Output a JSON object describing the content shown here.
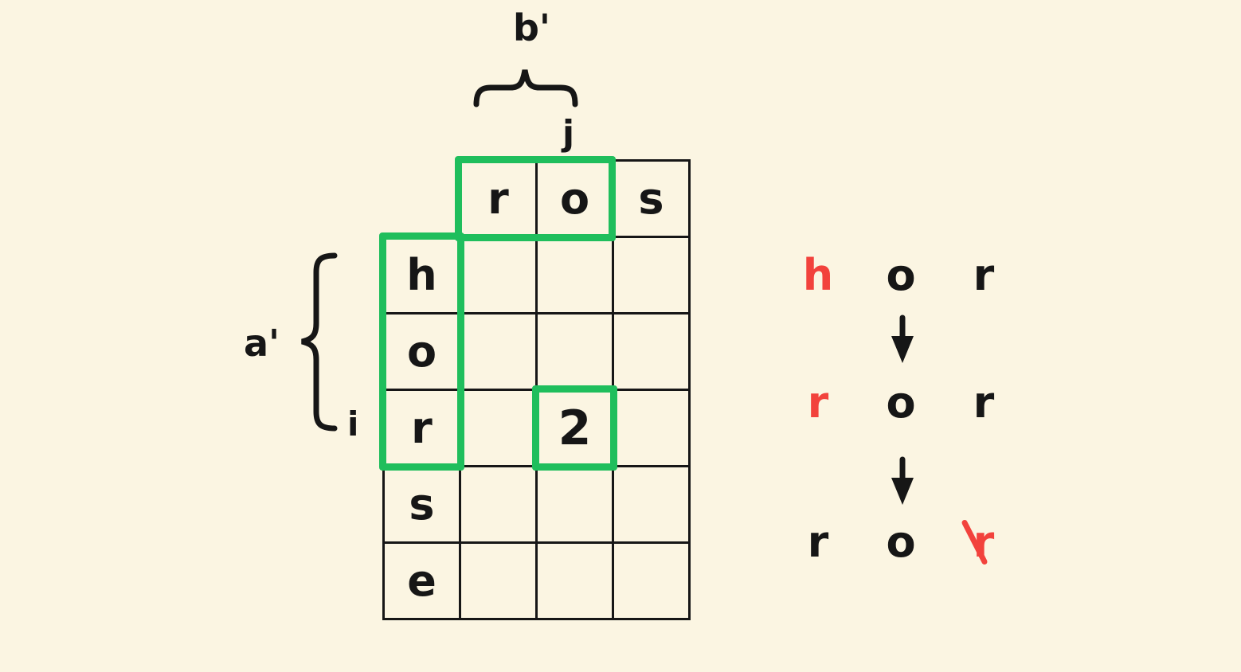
{
  "palette": {
    "background": "#FBF5E2",
    "ink": "#161616",
    "green": "#1FBE5C",
    "red": "#F2423C"
  },
  "grid": {
    "column_headers": [
      "r",
      "o",
      "s"
    ],
    "row_headers": [
      "h",
      "o",
      "r",
      "s",
      "e"
    ],
    "filled_cell": {
      "row": "r",
      "column": "o",
      "value": "2"
    }
  },
  "labels": {
    "top_brace": "b'",
    "top_index": "j",
    "left_brace": "a'",
    "left_index": "i"
  },
  "words": {
    "steps": [
      {
        "letters": [
          {
            "char": "h",
            "color": "#F2423C"
          },
          {
            "char": "o",
            "color": "#161616"
          },
          {
            "char": "r",
            "color": "#161616"
          }
        ]
      },
      {
        "letters": [
          {
            "char": "r",
            "color": "#F2423C"
          },
          {
            "char": "o",
            "color": "#161616"
          },
          {
            "char": "r",
            "color": "#161616"
          }
        ]
      },
      {
        "letters": [
          {
            "char": "r",
            "color": "#161616"
          },
          {
            "char": "o",
            "color": "#161616"
          },
          {
            "char": "r",
            "color": "#F2423C",
            "struck": true
          }
        ]
      }
    ]
  }
}
